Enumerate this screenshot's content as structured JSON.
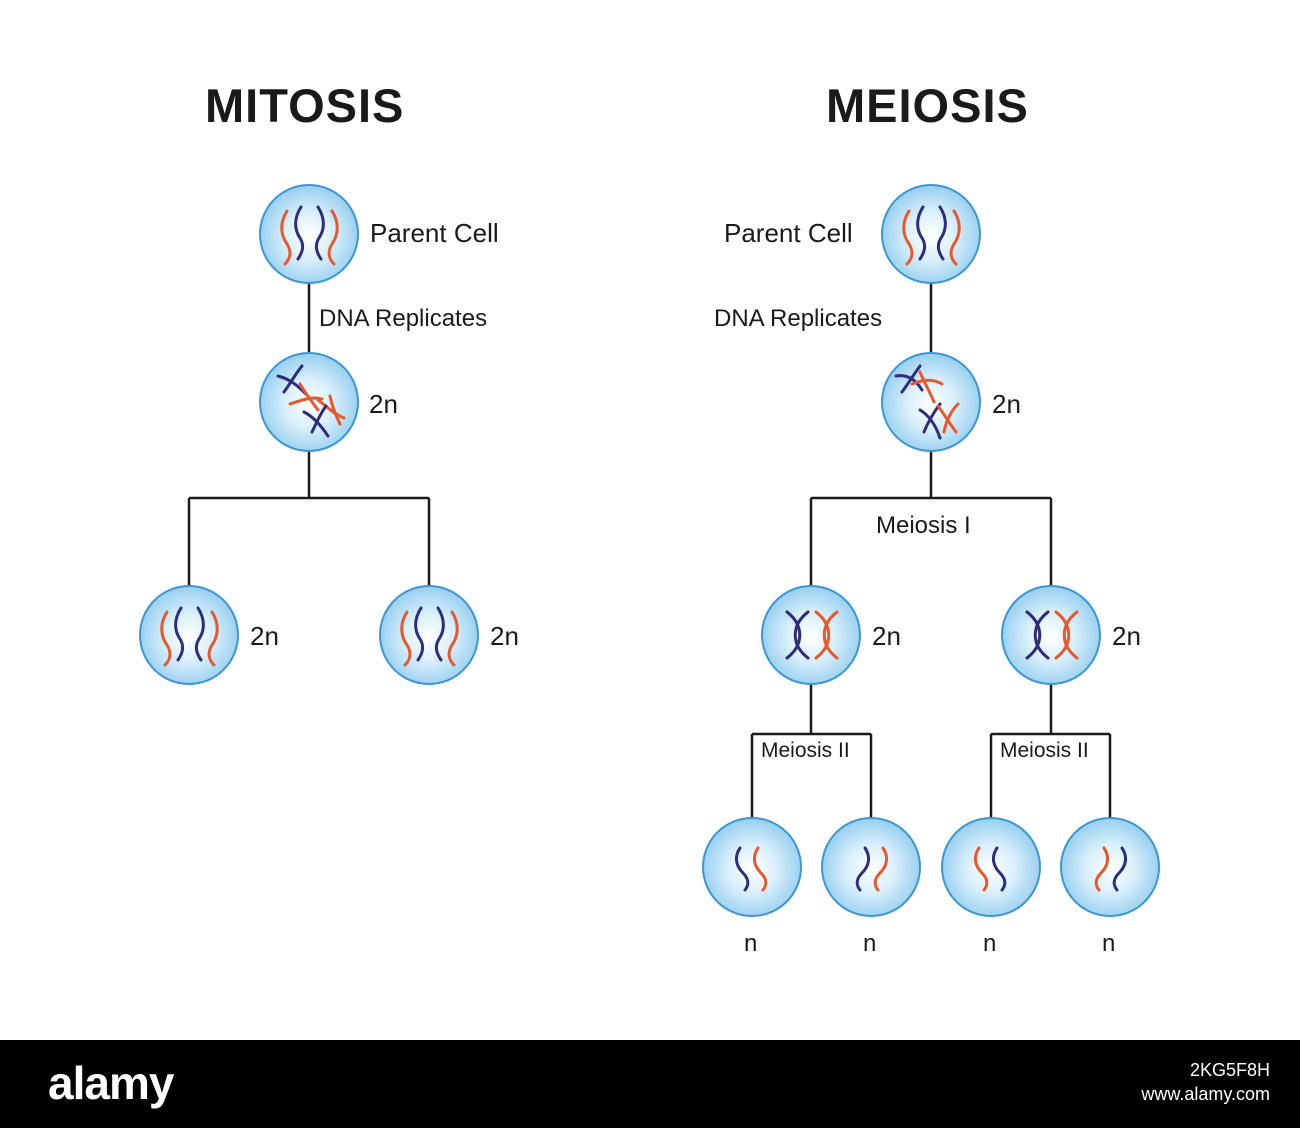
{
  "titles": {
    "mitosis": "MITOSIS",
    "meiosis": "MEIOSIS"
  },
  "mitosis": {
    "parent_label": "Parent Cell",
    "replicate_label": "DNA Replicates",
    "replicated_ploidy": "2n",
    "daughter_ploidy": [
      "2n",
      "2n"
    ]
  },
  "meiosis": {
    "parent_label": "Parent Cell",
    "replicate_label": "DNA Replicates",
    "replicated_ploidy": "2n",
    "stage1_label": "Meiosis I",
    "stage1_ploidy": [
      "2n",
      "2n"
    ],
    "stage2_labels": [
      "Meiosis II",
      "Meiosis II"
    ],
    "gamete_ploidy": [
      "n",
      "n",
      "n",
      "n"
    ]
  },
  "footer": {
    "brand": "alamy",
    "image_id": "2KG5F8H",
    "site": "www.alamy.com"
  },
  "colors": {
    "cell_edge": "#3a97d4",
    "cell_center": "#ffffff",
    "cell_outer": "#8fcbef",
    "chromosome_blue": "#2e2d7c",
    "chromosome_orange": "#e8582d",
    "connector": "#1a1a1a"
  }
}
